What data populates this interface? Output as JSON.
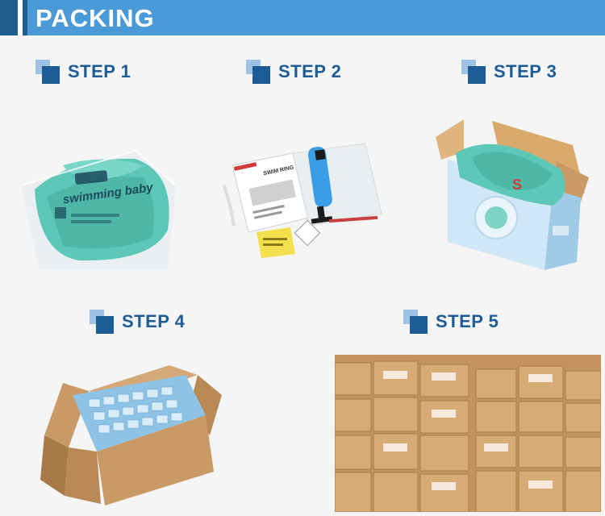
{
  "header": {
    "title": "PACKING"
  },
  "steps": [
    {
      "label": "STEP 1"
    },
    {
      "label": "STEP 2"
    },
    {
      "label": "STEP 3"
    },
    {
      "label": "STEP 4"
    },
    {
      "label": "STEP 5"
    }
  ],
  "products": {
    "bag_brand": "swimming baby",
    "manual_title": "SWIM RING"
  },
  "colors": {
    "header": "#4a9ad8",
    "accent": "#1e5c95",
    "teal": "#5ec8b8",
    "cardboard": "#c99a66"
  }
}
